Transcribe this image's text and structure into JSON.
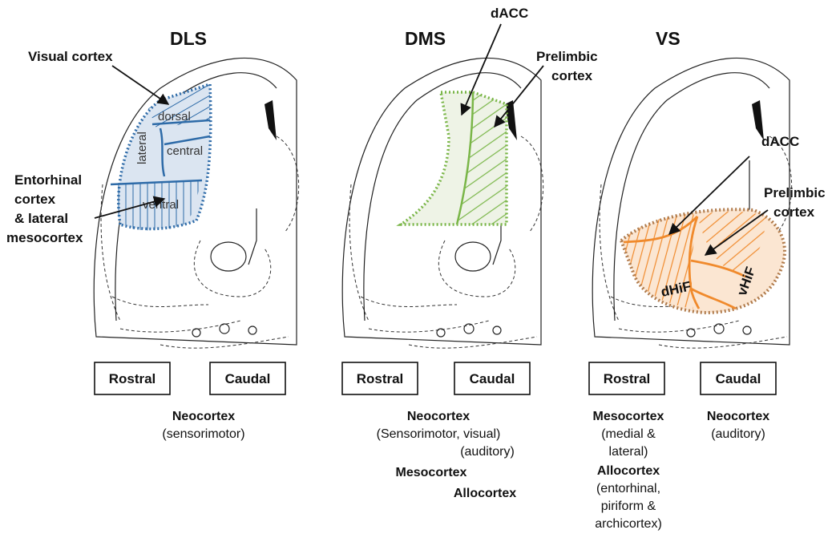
{
  "panels": [
    {
      "title": "DLS",
      "annotations": [
        "Visual cortex",
        "Entorhinal",
        "cortex",
        "& lateral",
        "mesocortex"
      ],
      "regions": [
        "dorsal",
        "lateral",
        "central",
        "ventral"
      ],
      "boxes": [
        "Rostral",
        "Caudal"
      ],
      "caption_bold": [
        "Neocortex"
      ],
      "caption_normal": [
        "(sensorimotor)"
      ]
    },
    {
      "title": "DMS",
      "annotations": [
        "dACC",
        "Prelimbic",
        "cortex"
      ],
      "boxes": [
        "Rostral",
        "Caudal"
      ],
      "caption": [
        {
          "text": "Neocortex",
          "bold": true
        },
        {
          "text": "(Sensorimotor, visual)",
          "bold": false
        },
        {
          "text": "(auditory)",
          "bold": false
        },
        {
          "text": "Mesocortex",
          "bold": true
        },
        {
          "text": "Allocortex",
          "bold": true
        }
      ]
    },
    {
      "title": "VS",
      "annotations": [
        "dACC",
        "Prelimbic",
        "cortex"
      ],
      "regions": [
        "dHiF",
        "vHiF"
      ],
      "boxes": [
        "Rostral",
        "Caudal"
      ],
      "caption_left": [
        {
          "text": "Mesocortex",
          "bold": true
        },
        {
          "text": "(medial &",
          "bold": false
        },
        {
          "text": "lateral)",
          "bold": false
        },
        {
          "text": "Allocortex",
          "bold": true
        },
        {
          "text": "(entorhinal,",
          "bold": false
        },
        {
          "text": "piriform &",
          "bold": false
        },
        {
          "text": "archicortex)",
          "bold": false
        }
      ],
      "caption_right": [
        {
          "text": "Neocortex",
          "bold": true
        },
        {
          "text": "(auditory)",
          "bold": false
        }
      ]
    }
  ],
  "colors": {
    "dls_stroke": "#2e6ba8",
    "dls_fill": "#dbe5f1",
    "dms_stroke": "#7ab648",
    "dms_fill": "#eef3e6",
    "vs_stroke": "#f08a2c",
    "vs_fill": "#fbe6d2",
    "vs_dotted": "#b07a4a"
  }
}
